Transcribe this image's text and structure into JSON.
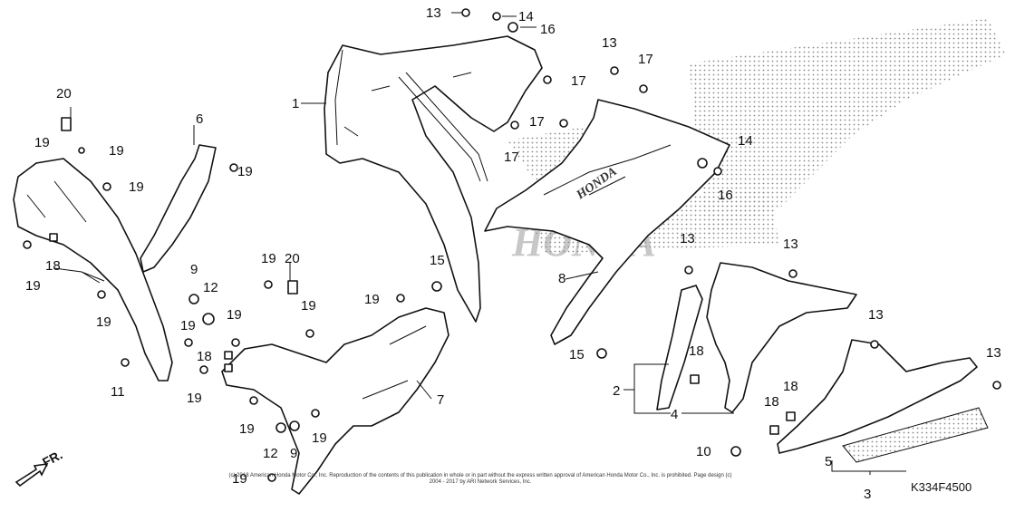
{
  "diagram": {
    "code": "K334F4500",
    "direction_label": "FR.",
    "copyright": "(c) 2018 American Honda Motor Co., Inc. Reproduction of the contents of this publication in whole or in part without the express written approval of American Honda Motor Co., Inc. is prohibited. Page design (c) 2004 - 2017 by ARI Network Services, Inc.",
    "watermark": "HONDA",
    "decal_text": "HONDA",
    "callouts": [
      {
        "id": "c1",
        "text": "1"
      },
      {
        "id": "c2",
        "text": "2"
      },
      {
        "id": "c3",
        "text": "3"
      },
      {
        "id": "c4",
        "text": "4"
      },
      {
        "id": "c5",
        "text": "5"
      },
      {
        "id": "c6",
        "text": "6"
      },
      {
        "id": "c7",
        "text": "7"
      },
      {
        "id": "c8",
        "text": "8"
      },
      {
        "id": "c9a",
        "text": "9"
      },
      {
        "id": "c9b",
        "text": "9"
      },
      {
        "id": "c10",
        "text": "10"
      },
      {
        "id": "c11",
        "text": "11"
      },
      {
        "id": "c12a",
        "text": "12"
      },
      {
        "id": "c12b",
        "text": "12"
      },
      {
        "id": "c13a",
        "text": "13"
      },
      {
        "id": "c13b",
        "text": "13"
      },
      {
        "id": "c13c",
        "text": "13"
      },
      {
        "id": "c13d",
        "text": "13"
      },
      {
        "id": "c13e",
        "text": "13"
      },
      {
        "id": "c13f",
        "text": "13"
      },
      {
        "id": "c14a",
        "text": "14"
      },
      {
        "id": "c14b",
        "text": "14"
      },
      {
        "id": "c15a",
        "text": "15"
      },
      {
        "id": "c15b",
        "text": "15"
      },
      {
        "id": "c16a",
        "text": "16"
      },
      {
        "id": "c16b",
        "text": "16"
      },
      {
        "id": "c17a",
        "text": "17"
      },
      {
        "id": "c17b",
        "text": "17"
      },
      {
        "id": "c17c",
        "text": "17"
      },
      {
        "id": "c17d",
        "text": "17"
      },
      {
        "id": "c18a",
        "text": "18"
      },
      {
        "id": "c18b",
        "text": "18"
      },
      {
        "id": "c18c",
        "text": "18"
      },
      {
        "id": "c18d",
        "text": "18"
      },
      {
        "id": "c18e",
        "text": "18"
      },
      {
        "id": "c19a",
        "text": "19"
      },
      {
        "id": "c19b",
        "text": "19"
      },
      {
        "id": "c19c",
        "text": "19"
      },
      {
        "id": "c19d",
        "text": "19"
      },
      {
        "id": "c19e",
        "text": "19"
      },
      {
        "id": "c19f",
        "text": "19"
      },
      {
        "id": "c19g",
        "text": "19"
      },
      {
        "id": "c19h",
        "text": "19"
      },
      {
        "id": "c19i",
        "text": "19"
      },
      {
        "id": "c19j",
        "text": "19"
      },
      {
        "id": "c19k",
        "text": "19"
      },
      {
        "id": "c19l",
        "text": "19"
      },
      {
        "id": "c19m",
        "text": "19"
      },
      {
        "id": "c19n",
        "text": "19"
      },
      {
        "id": "c19o",
        "text": "19"
      },
      {
        "id": "c20a",
        "text": "20"
      },
      {
        "id": "c20b",
        "text": "20"
      }
    ]
  }
}
